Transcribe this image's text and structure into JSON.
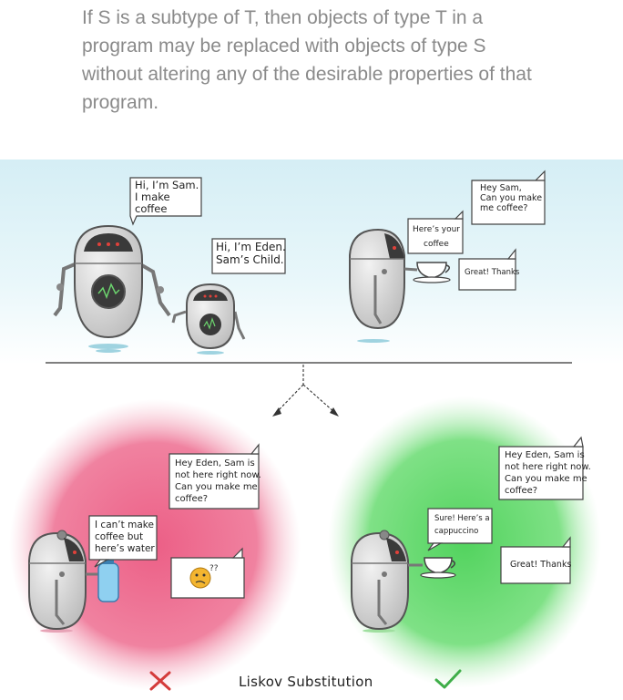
{
  "principle": {
    "lines": [
      "If S is a subtype of T, then objects of type T in a",
      "program may be replaced with objects of type S",
      "without altering any of the desirable properties of that",
      "program."
    ]
  },
  "scene_top": {
    "sam_bubble": [
      "Hi, I’m Sam.",
      "I make",
      "coffee"
    ],
    "eden_bubble": [
      "Hi, I’m Eden.",
      "Sam’s Child."
    ],
    "request_bubble": [
      "Hey Sam,",
      "Can you make",
      "me coffee?"
    ],
    "serve_bubble": [
      "Here’s your",
      "coffee"
    ],
    "thanks_bubble": [
      "Great! Thanks"
    ]
  },
  "scene_bad": {
    "request_bubble": [
      "Hey Eden, Sam is",
      "not here right now.",
      "Can you make me",
      "coffee?"
    ],
    "reply_bubble": [
      "I can’t make",
      "coffee but",
      "here’s water"
    ],
    "confused_bubble_icon": "confused-face-icon"
  },
  "scene_good": {
    "request_bubble": [
      "Hey Eden, Sam is",
      "not here right now.",
      "Can you make me",
      "coffee?"
    ],
    "reply_bubble": [
      "Sure! Here’s a",
      "cappuccino"
    ],
    "thanks_bubble": [
      "Great! Thanks"
    ]
  },
  "caption": "Liskov Substitution",
  "marks": {
    "fail_icon": "cross-icon",
    "pass_icon": "check-icon",
    "fail_color": "#d43b3b",
    "pass_color": "#3fae49"
  },
  "colors": {
    "sky": "#dff2f7",
    "bad_blob": "#ee6f93",
    "good_blob": "#62d96c",
    "robot_body": "#d6d6d6",
    "robot_dark": "#5a5a5a",
    "robot_eye": "#e0413a"
  }
}
